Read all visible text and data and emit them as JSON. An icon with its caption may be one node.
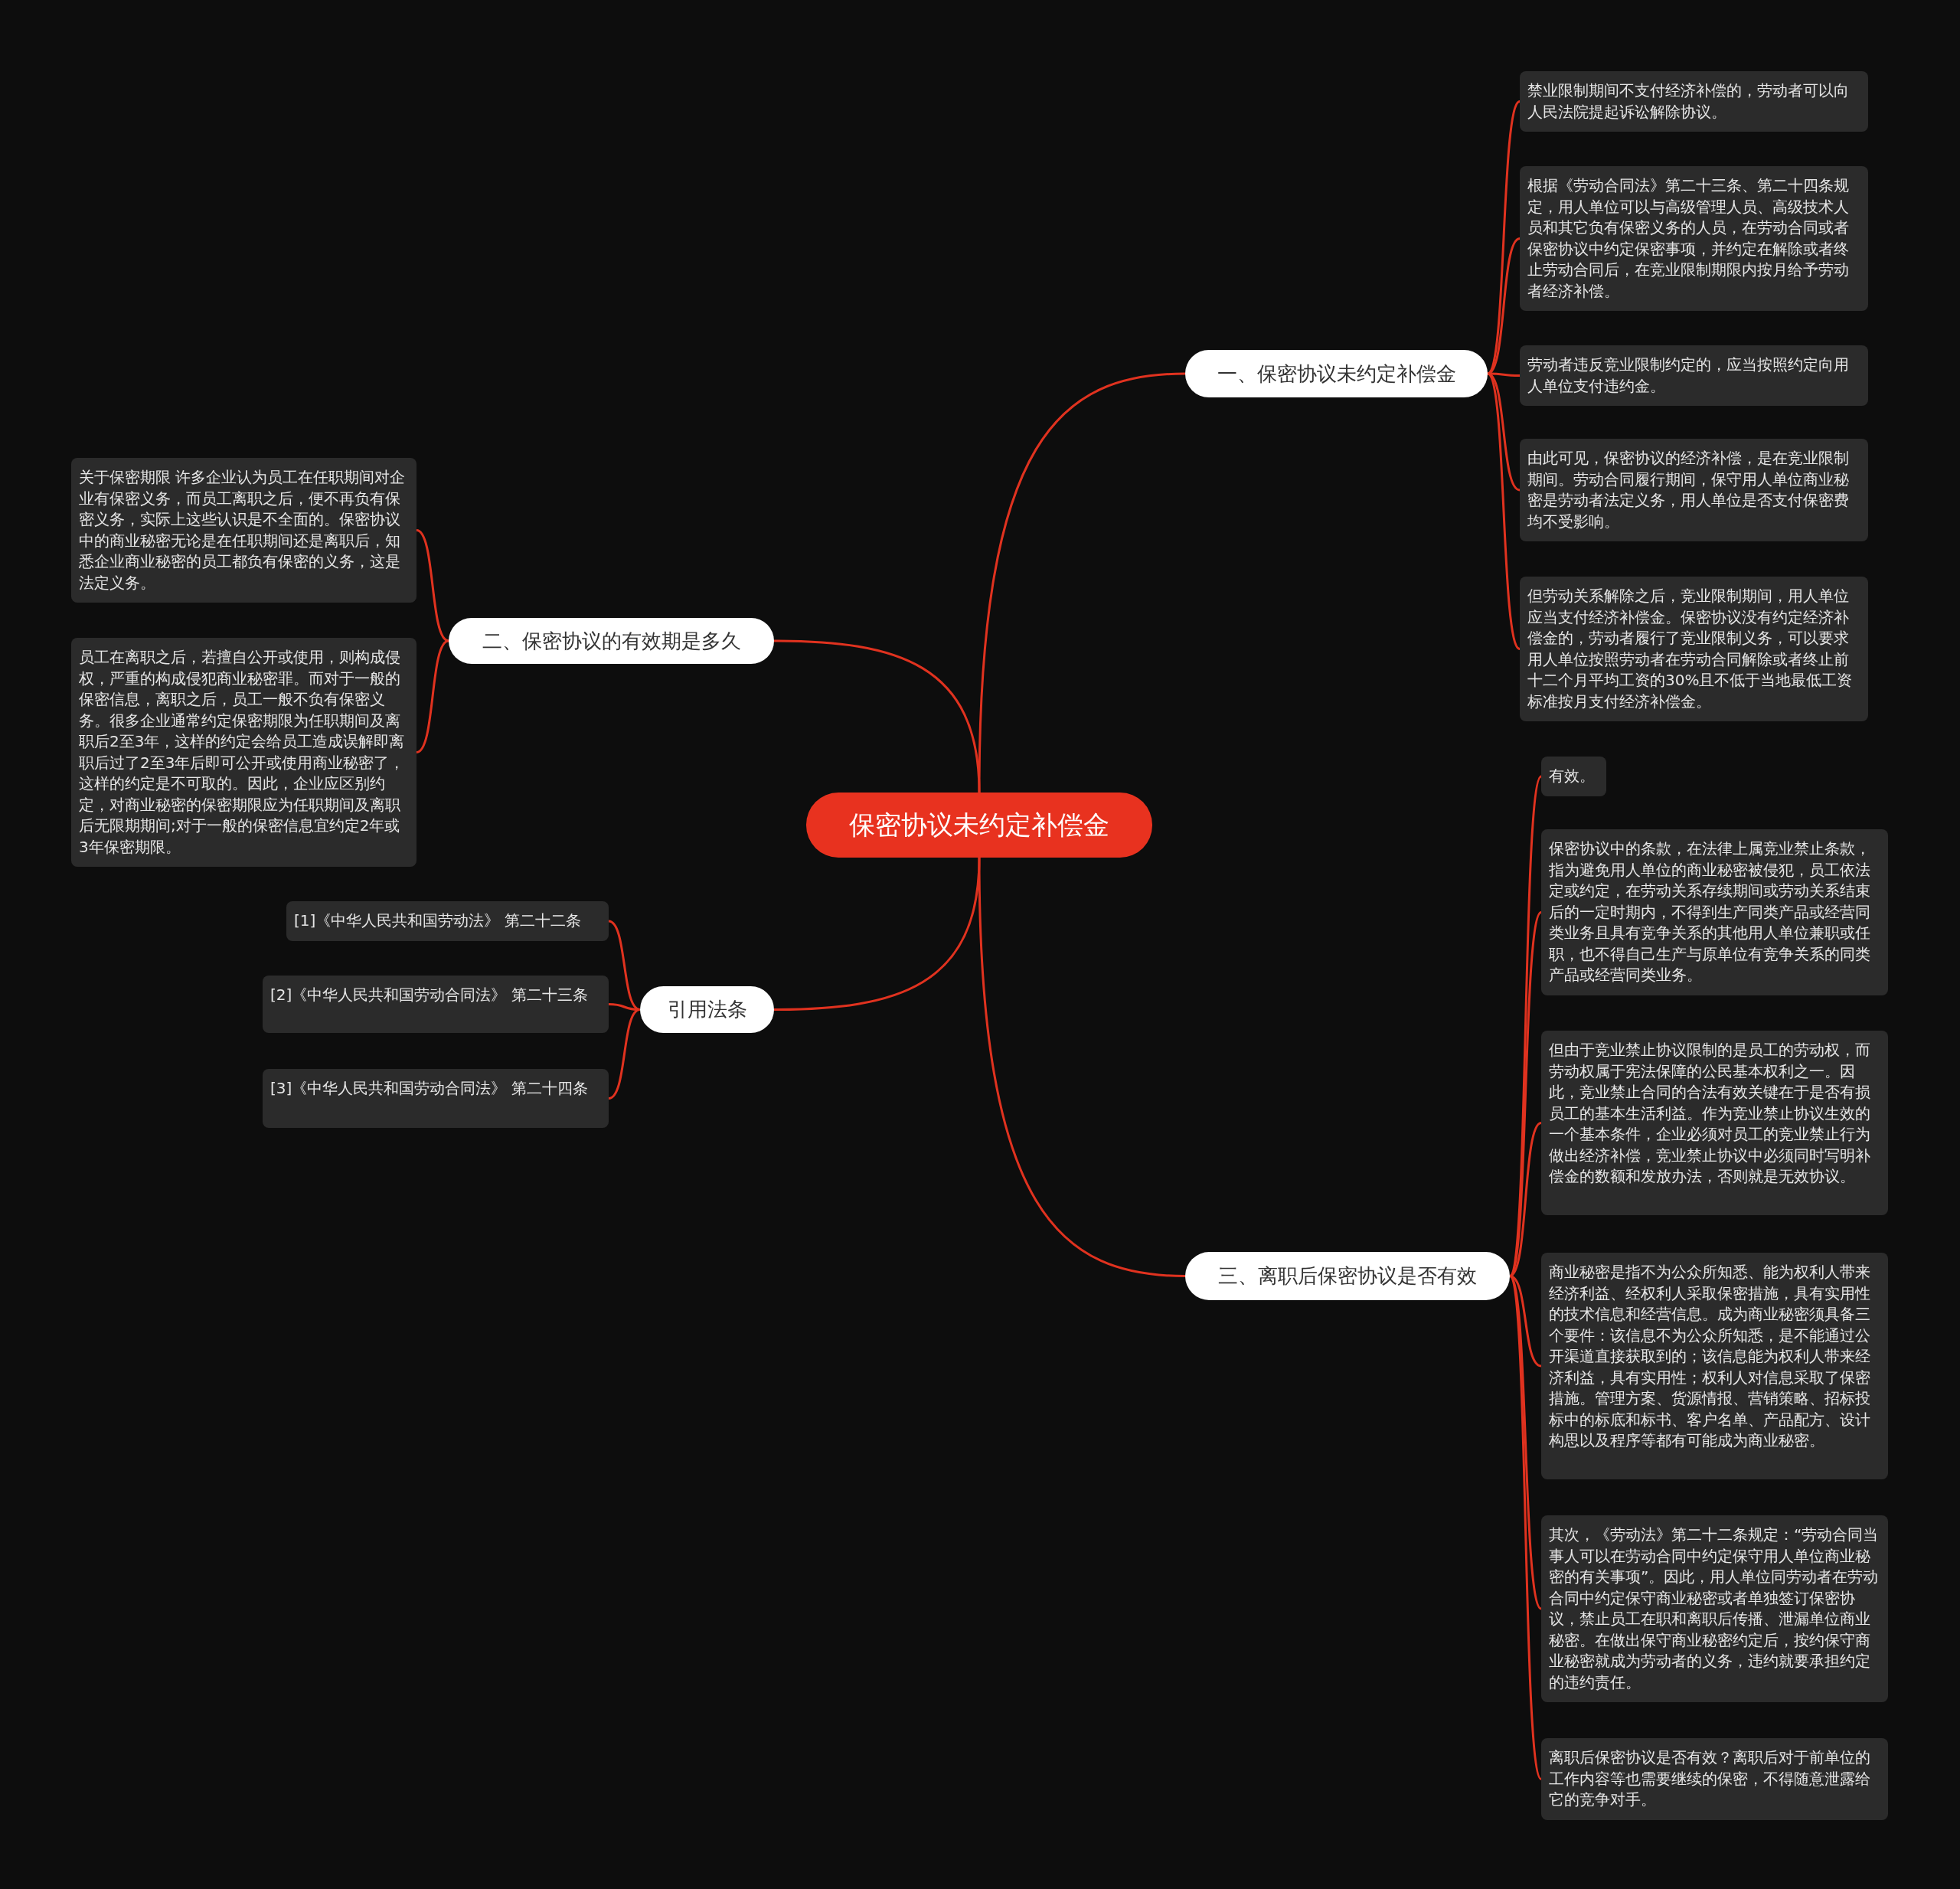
{
  "diagram": {
    "nodes": [
      {
        "text": [
          "保密协议未约定补偿金"
        ]
      },
      {
        "text": [
          "一、保密协议未约定补偿金"
        ]
      },
      {
        "text": [
          "禁业限制期间不支付经济补偿的，劳动者可以向人民法院提起诉讼解除协议。"
        ]
      },
      {
        "text": [
          "根据《劳动合同法》第二十三条、第二十四条规定，用人单位可以与高级管理人员、高级技术人员和其它负有保密义务的人员，在劳动合同或者保密协议中约定保密事项，并约定在解除或者终止劳动合同后，在竞业限制期限内按月给予劳动者经济补偿。"
        ]
      },
      {
        "text": [
          "劳动者违反竞业限制约定的，应当按照约定向用人单位支付违约金。"
        ]
      },
      {
        "text": [
          "由此可见，保密协议的经济补偿，是在竞业限制期间。劳动合同履行期间，保守用人单位商业秘密是劳动者法定义务，用人单位是否支付保密费均不受影响。"
        ]
      },
      {
        "text": [
          "但劳动关系解除之后，竞业限制期间，用人单位应当支付经济补偿金。保密协议没有约定经济补偿金的，劳动者履行了竞业限制义务，可以要求用人单位按照劳动者在劳动合同解除或者终止前十二个月平均工资的30%且不低于当地最低工资标准按月支付经济补偿金。"
        ]
      },
      {
        "text": [
          "二、保密协议的有效期是多久"
        ]
      },
      {
        "text": [
          "关于保密期限 许多企业认为员工在任职期间对企业有保密义务，而员工离职之后，便不再负有保密义务，实际上这些认识是不全面的。保密协议中的商业秘密无论是在任职期间还是离职后，知悉企业商业秘密的员工都负有保密的义务，这是法定义务。"
        ]
      },
      {
        "text": [
          "员工在离职之后，若擅自公开或使用，则构成侵权，严重的构成侵犯商业秘密罪。而对于一般的保密信息，离职之后，员工一般不负有保密义务。很多企业通常约定保密期限为任职期间及离职后2至3年，这样的约定会给员工造成误解即离职后过了2至3年后即可公开或使用商业秘密了，这样的约定是不可取的。因此，企业应区别约定，对商业秘密的保密期限应为任职期间及离职后无限期期间;对于一般的保密信息宜约定2年或3年保密期限。"
        ]
      },
      {
        "text": [
          "引用法条"
        ]
      },
      {
        "text": [
          "[1]《中华人民共和国劳动法》 第二十二条"
        ]
      },
      {
        "text": [
          "[2]《中华人民共和国劳动合同法》 第二十三条"
        ]
      },
      {
        "text": [
          "[3]《中华人民共和国劳动合同法》 第二十四条"
        ]
      },
      {
        "text": [
          "三、离职后保密协议是否有效"
        ]
      },
      {
        "text": [
          "有效。"
        ]
      },
      {
        "text": [
          "保密协议中的条款，在法律上属竞业禁止条款，指为避免用人单位的商业秘密被侵犯，员工依法定或约定，在劳动关系存续期间或劳动关系结束后的一定时期内，不得到生产同类产品或经营同类业务且具有竞争关系的其他用人单位兼职或任职，也不得自己生产与原单位有竞争关系的同类产品或经营同类业务。"
        ]
      },
      {
        "text": [
          "但由于竞业禁止协议限制的是员工的劳动权，而劳动权属于宪法保障的公民基本权利之一。因此，竞业禁止合同的合法有效关键在于是否有损员工的基本生活利益。作为竞业禁止协议生效的一个基本条件，企业必须对员工的竞业禁止行为做出经济补偿，竞业禁止协议中必须同时写明补偿金的数额和发放办法，否则就是无效协议。"
        ]
      },
      {
        "text": [
          "商业秘密是指不为公众所知悉、能为权利人带来经济利益、经权利人采取保密措施，具有实用性的技术信息和经营信息。成为商业秘密须具备三个要件：该信息不为公众所知悉，是不能通过公开渠道直接获取到的；该信息能为权利人带来经济利益，具有实用性；权利人对信息采取了保密措施。管理方案、货源情报、营销策略、招标投标中的标底和标书、客户名单、产品配方、设计构思以及程序等都有可能成为商业秘密。"
        ]
      },
      {
        "text": [
          "其次，《劳动法》第二十二条规定：“劳动合同当事人可以在劳动合同中约定保守用人单位商业秘密的有关事项”。因此，用人单位同劳动者在劳动合同中约定保守商业秘密或者单独签订保密协议，禁止员工在职和离职后传播、泄漏单位商业秘密。在做出保守商业秘密约定后，按约保守商业秘密就成为劳动者的义务，违约就要承担约定的违约责任。"
        ]
      },
      {
        "text": [
          "离职后保密协议是否有效？离职后对于前单位的工作内容等也需要继续的保密，不得随意泄露给它的竞争对手。"
        ]
      }
    ],
    "edges": [
      {
        "from": 0,
        "to": 1,
        "arrow": "none"
      },
      {
        "from": 1,
        "to": 2,
        "arrow": "none"
      },
      {
        "from": 1,
        "to": 3,
        "arrow": "none"
      },
      {
        "from": 1,
        "to": 4,
        "arrow": "none"
      },
      {
        "from": 1,
        "to": 5,
        "arrow": "none"
      },
      {
        "from": 1,
        "to": 6,
        "arrow": "none"
      },
      {
        "from": 0,
        "to": 7,
        "arrow": "none"
      },
      {
        "from": 7,
        "to": 8,
        "arrow": "none"
      },
      {
        "from": 7,
        "to": 9,
        "arrow": "none"
      },
      {
        "from": 0,
        "to": 10,
        "arrow": "none"
      },
      {
        "from": 10,
        "to": 11,
        "arrow": "none"
      },
      {
        "from": 10,
        "to": 12,
        "arrow": "none"
      },
      {
        "from": 10,
        "to": 13,
        "arrow": "none"
      },
      {
        "from": 0,
        "to": 14,
        "arrow": "none"
      },
      {
        "from": 14,
        "to": 15,
        "arrow": "none"
      },
      {
        "from": 14,
        "to": 16,
        "arrow": "none"
      },
      {
        "from": 14,
        "to": 17,
        "arrow": "none"
      },
      {
        "from": 14,
        "to": 18,
        "arrow": "none"
      },
      {
        "from": 14,
        "to": 19,
        "arrow": "none"
      },
      {
        "from": 14,
        "to": 20,
        "arrow": "none"
      }
    ]
  }
}
